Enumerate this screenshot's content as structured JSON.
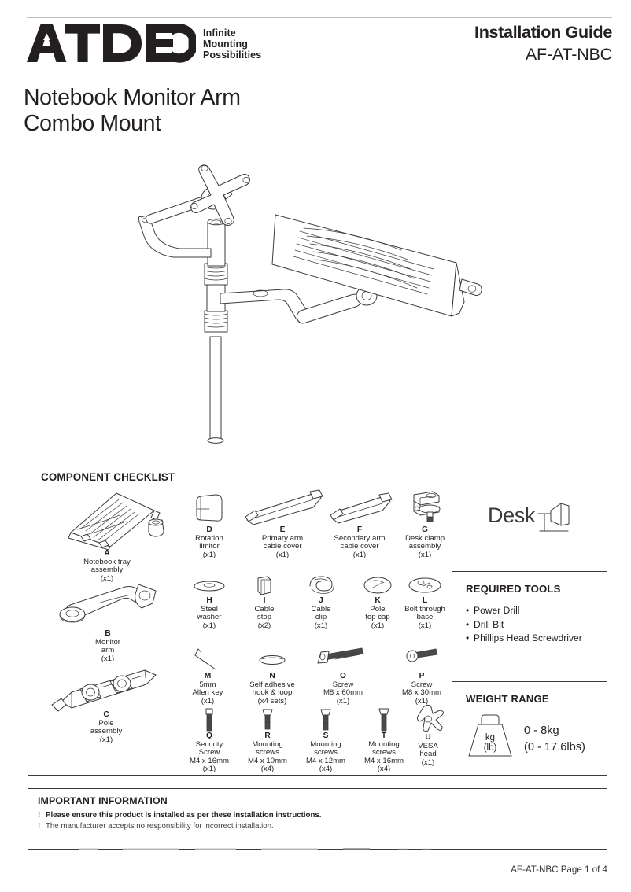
{
  "header": {
    "logo_text": "ATDEC",
    "tagline": [
      "Infinite",
      "Mounting",
      "Possibilities"
    ],
    "guide_title": "Installation Guide",
    "model": "AF-AT-NBC"
  },
  "product": {
    "title_line1": "Notebook Monitor Arm",
    "title_line2": "Combo Mount"
  },
  "checklist": {
    "heading": "COMPONENT CHECKLIST",
    "items": [
      {
        "letter": "A",
        "name": [
          "Notebook tray",
          "assembly"
        ],
        "qty": "(x1)",
        "icon": "notebook-tray"
      },
      {
        "letter": "B",
        "name": [
          "Monitor",
          "arm"
        ],
        "qty": "(x1)",
        "icon": "monitor-arm"
      },
      {
        "letter": "C",
        "name": [
          "Pole",
          "assembly"
        ],
        "qty": "(x1)",
        "icon": "pole-assembly"
      },
      {
        "letter": "D",
        "name": [
          "Rotation",
          "limitor"
        ],
        "qty": "(x1)",
        "icon": "rotation-limitor"
      },
      {
        "letter": "E",
        "name": [
          "Primary arm",
          "cable cover"
        ],
        "qty": "(x1)",
        "icon": "primary-cable-cover"
      },
      {
        "letter": "F",
        "name": [
          "Secondary arm",
          "cable cover"
        ],
        "qty": "(x1)",
        "icon": "secondary-cable-cover"
      },
      {
        "letter": "G",
        "name": [
          "Desk clamp",
          "assembly"
        ],
        "qty": "(x1)",
        "icon": "desk-clamp"
      },
      {
        "letter": "H",
        "name": [
          "Steel",
          "washer"
        ],
        "qty": "(x1)",
        "icon": "steel-washer"
      },
      {
        "letter": "I",
        "name": [
          "Cable",
          "stop"
        ],
        "qty": "(x2)",
        "icon": "cable-stop"
      },
      {
        "letter": "J",
        "name": [
          "Cable",
          "clip"
        ],
        "qty": "(x1)",
        "icon": "cable-clip"
      },
      {
        "letter": "K",
        "name": [
          "Pole",
          "top cap"
        ],
        "qty": "(x1)",
        "icon": "pole-top-cap"
      },
      {
        "letter": "L",
        "name": [
          "Bolt through",
          "base"
        ],
        "qty": "(x1)",
        "icon": "bolt-through-base"
      },
      {
        "letter": "M",
        "name": [
          "5mm",
          "Allen key"
        ],
        "qty": "(x1)",
        "icon": "allen-key"
      },
      {
        "letter": "N",
        "name": [
          "Self adhesive",
          "hook & loop"
        ],
        "qty": "(x4 sets)",
        "icon": "hook-and-loop"
      },
      {
        "letter": "O",
        "name": [
          "Screw",
          "M8 x 60mm"
        ],
        "qty": "(x1)",
        "icon": "screw-long"
      },
      {
        "letter": "P",
        "name": [
          "Screw",
          "M8 x 30mm"
        ],
        "qty": "(x1)",
        "icon": "screw-short"
      },
      {
        "letter": "Q",
        "name": [
          "Security",
          "Screw",
          "M4 x 16mm"
        ],
        "qty": "(x1)",
        "icon": "security-screw"
      },
      {
        "letter": "R",
        "name": [
          "Mounting",
          "screws",
          "M4 x 10mm"
        ],
        "qty": "(x4)",
        "icon": "mounting-screw"
      },
      {
        "letter": "S",
        "name": [
          "Mounting",
          "screws",
          "M4 x 12mm"
        ],
        "qty": "(x4)",
        "icon": "mounting-screw"
      },
      {
        "letter": "T",
        "name": [
          "Mounting",
          "screws",
          "M4 x 16mm"
        ],
        "qty": "(x4)",
        "icon": "mounting-screw"
      },
      {
        "letter": "U",
        "name": [
          "VESA",
          "head"
        ],
        "qty": "(x1)",
        "icon": "vesa-head"
      }
    ]
  },
  "mount_type": {
    "label": "Desk",
    "icon": "desk-mount-icon"
  },
  "tools": {
    "heading": "REQUIRED TOOLS",
    "items": [
      "Power Drill",
      "Drill Bit",
      "Phillips Head Screwdriver"
    ]
  },
  "weight": {
    "heading": "WEIGHT RANGE",
    "icon_line1": "kg",
    "icon_line2": "(lb)",
    "range_metric": "0 - 8kg",
    "range_imperial": "(0 - 17.6lbs)"
  },
  "important": {
    "heading": "IMPORTANT INFORMATION",
    "marker": "!",
    "line1": "Please ensure this product is installed as per these installation instructions.",
    "line2": "The manufacturer accepts no responsibility for incorrect installation."
  },
  "footer": {
    "text": "AF-AT-NBC Page 1 of 4"
  },
  "colors": {
    "ink": "#231f20",
    "rule": "#3b3b3b",
    "header_rule": "#bcbcbc"
  }
}
